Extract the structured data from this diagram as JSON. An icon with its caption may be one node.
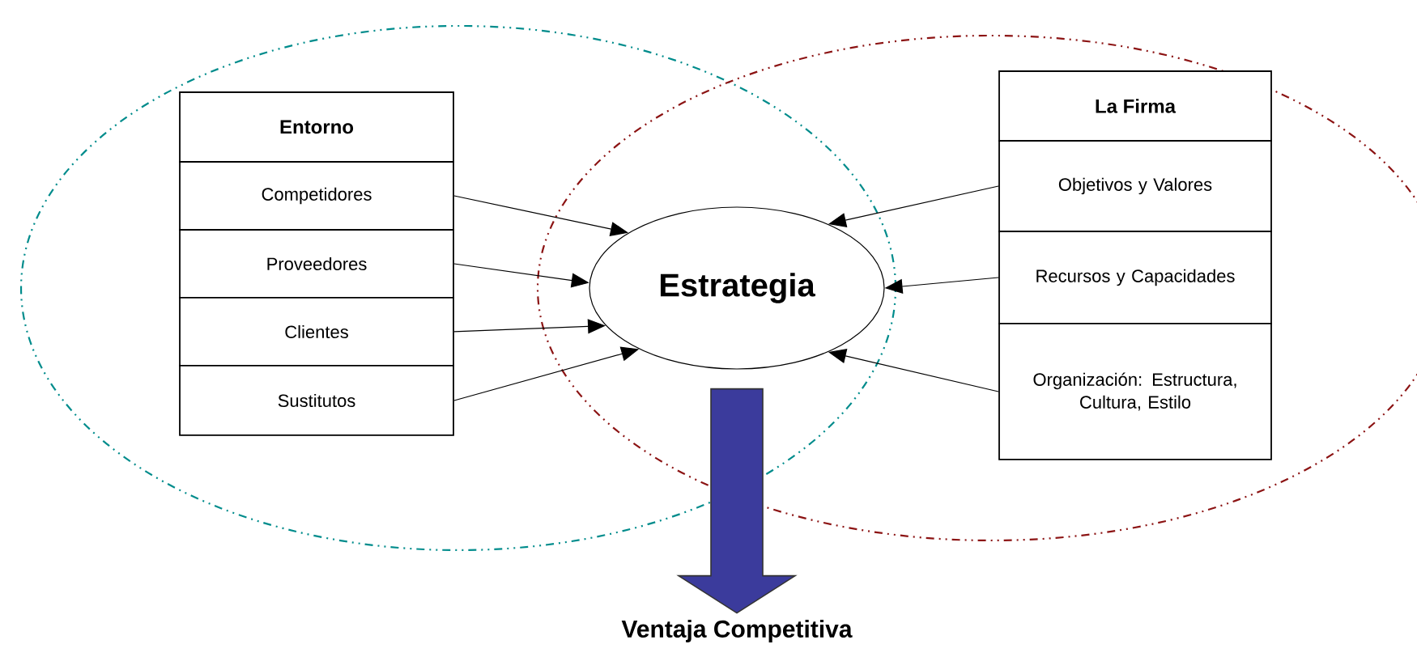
{
  "diagram": {
    "nodes": [
      {
        "text": [
          "Entorno"
        ]
      },
      {
        "text": [
          "Competidores"
        ]
      },
      {
        "text": [
          "Proveedores"
        ]
      },
      {
        "text": [
          "Clientes"
        ]
      },
      {
        "text": [
          "Sustitutos"
        ]
      },
      {
        "text": [
          "Estrategia"
        ]
      },
      {
        "text": [
          "La Firma"
        ]
      },
      {
        "text": [
          "Objetivos y Valores"
        ]
      },
      {
        "text": [
          "Recursos y Capacidades"
        ]
      },
      {
        "text": [
          "Organización: Estructura, Cultura, Estilo"
        ]
      },
      {
        "text": [
          "Ventaja Competitiva"
        ]
      }
    ],
    "edges": [
      {
        "from": 1,
        "to": 5,
        "arrow": "to"
      },
      {
        "from": 2,
        "to": 5,
        "arrow": "to"
      },
      {
        "from": 3,
        "to": 5,
        "arrow": "to"
      },
      {
        "from": 4,
        "to": 5,
        "arrow": "to"
      },
      {
        "from": 7,
        "to": 5,
        "arrow": "to"
      },
      {
        "from": 8,
        "to": 5,
        "arrow": "to"
      },
      {
        "from": 9,
        "to": 5,
        "arrow": "to"
      },
      {
        "from": 5,
        "to": 10,
        "arrow": "to",
        "style": "thick",
        "color": "#3b3b9c"
      }
    ]
  }
}
